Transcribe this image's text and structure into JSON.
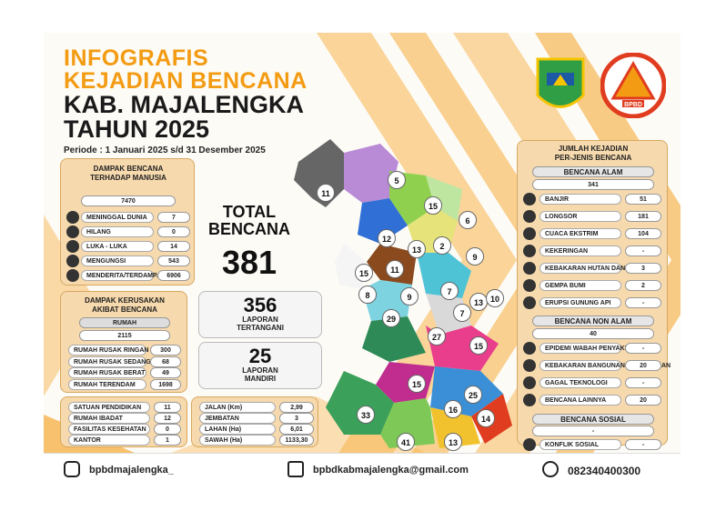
{
  "title": {
    "line1": "INFOGRAFIS",
    "line2": "KEJADIAN BENCANA",
    "line3": "KAB. MAJALENGKA",
    "line4": "TAHUN 2025",
    "periode": "Periode :  1 Januari 2025 s/d 31 Desember 2025"
  },
  "logo_bpbd": {
    "text": "BPBD"
  },
  "dampak_manusia": {
    "header": "DAMPAK BENCANA\nTERHADAP MANUSIA",
    "total": "7470",
    "items": [
      {
        "label": "MENINGGAL DUNIA",
        "value": "7"
      },
      {
        "label": "HILANG",
        "value": "0"
      },
      {
        "label": "LUKA - LUKA",
        "value": "14"
      },
      {
        "label": "MENGUNGSI",
        "value": "543"
      },
      {
        "label": "MENDERITA/TERDAMPAK",
        "value": "6906"
      }
    ]
  },
  "dampak_kerusakan": {
    "header": "DAMPAK KERUSAKAN\nAKIBAT BENCANA",
    "rumah_label": "RUMAH",
    "rumah_total": "2115",
    "items": [
      {
        "label": "RUMAH RUSAK RINGAN",
        "value": "300"
      },
      {
        "label": "RUMAH RUSAK SEDANG",
        "value": "68"
      },
      {
        "label": "RUMAH RUSAK BERAT",
        "value": "49"
      },
      {
        "label": "RUMAH TERENDAM",
        "value": "1698"
      }
    ],
    "fasilitas": [
      {
        "label": "SATUAN PENDIDIKAN",
        "value": "11"
      },
      {
        "label": "RUMAH IBADAT",
        "value": "12"
      },
      {
        "label": "FASILITAS KESEHATAN",
        "value": "0"
      },
      {
        "label": "KANTOR",
        "value": "1"
      }
    ],
    "infrastruktur": [
      {
        "label": "JALAN (Km)",
        "value": "2,99"
      },
      {
        "label": "JEMBATAN",
        "value": "3"
      },
      {
        "label": "LAHAN (Ha)",
        "value": "6,01"
      },
      {
        "label": "SAWAH (Ha)",
        "value": "1133,30"
      }
    ]
  },
  "total": {
    "label": "TOTAL\nBENCANA",
    "value": "381"
  },
  "laporan": [
    {
      "value": "356",
      "label": "LAPORAN\nTERTANGANI"
    },
    {
      "value": "25",
      "label": "LAPORAN\nMANDIRI"
    }
  ],
  "jumlah_kejadian": {
    "header": "JUMLAH KEJADIAN\nPER-JENIS BENCANA",
    "alam_label": "BENCANA ALAM",
    "alam_total": "341",
    "alam_items": [
      {
        "label": "BANJIR",
        "value": "51"
      },
      {
        "label": "LONGSOR",
        "value": "181"
      },
      {
        "label": "CUACA EKSTRIM",
        "value": "104"
      },
      {
        "label": "KEKERINGAN",
        "value": "-"
      },
      {
        "label": "KEBAKARAN HUTAN DAN LAHAN",
        "value": "3"
      },
      {
        "label": "GEMPA BUMI",
        "value": "2"
      },
      {
        "label": "ERUPSI GUNUNG API",
        "value": "-"
      }
    ],
    "non_alam_label": "BENCANA NON ALAM",
    "non_alam_total": "40",
    "non_alam_items": [
      {
        "label": "EPIDEMI WABAH PENYAKIT",
        "value": "-"
      },
      {
        "label": "KEBAKARAN BANGUNAN PERMUKIMAN",
        "value": "20"
      },
      {
        "label": "GAGAL TEKNOLOGI",
        "value": "-"
      },
      {
        "label": "BENCANA LAINNYA",
        "value": "20"
      }
    ],
    "sosial_label": "BENCANA SOSIAL",
    "sosial_total": "-",
    "sosial_items": [
      {
        "label": "KONFLIK SOSIAL",
        "value": "-"
      }
    ]
  },
  "map_markers": [
    "11",
    "5",
    "15",
    "6",
    "12",
    "13",
    "2",
    "9",
    "15",
    "11",
    "7",
    "13",
    "10",
    "8",
    "9",
    "7",
    "29",
    "27",
    "15",
    "15",
    "25",
    "33",
    "16",
    "14",
    "41",
    "13"
  ],
  "footer": {
    "instagram": "bpbdmajalengka_",
    "email": "bpbdkabmajalengka@gmail.com",
    "phone": "082340400300"
  },
  "colors": {
    "orange": "#f39b12",
    "panel": "#f6d9ad",
    "dark": "#1a1a1a"
  }
}
